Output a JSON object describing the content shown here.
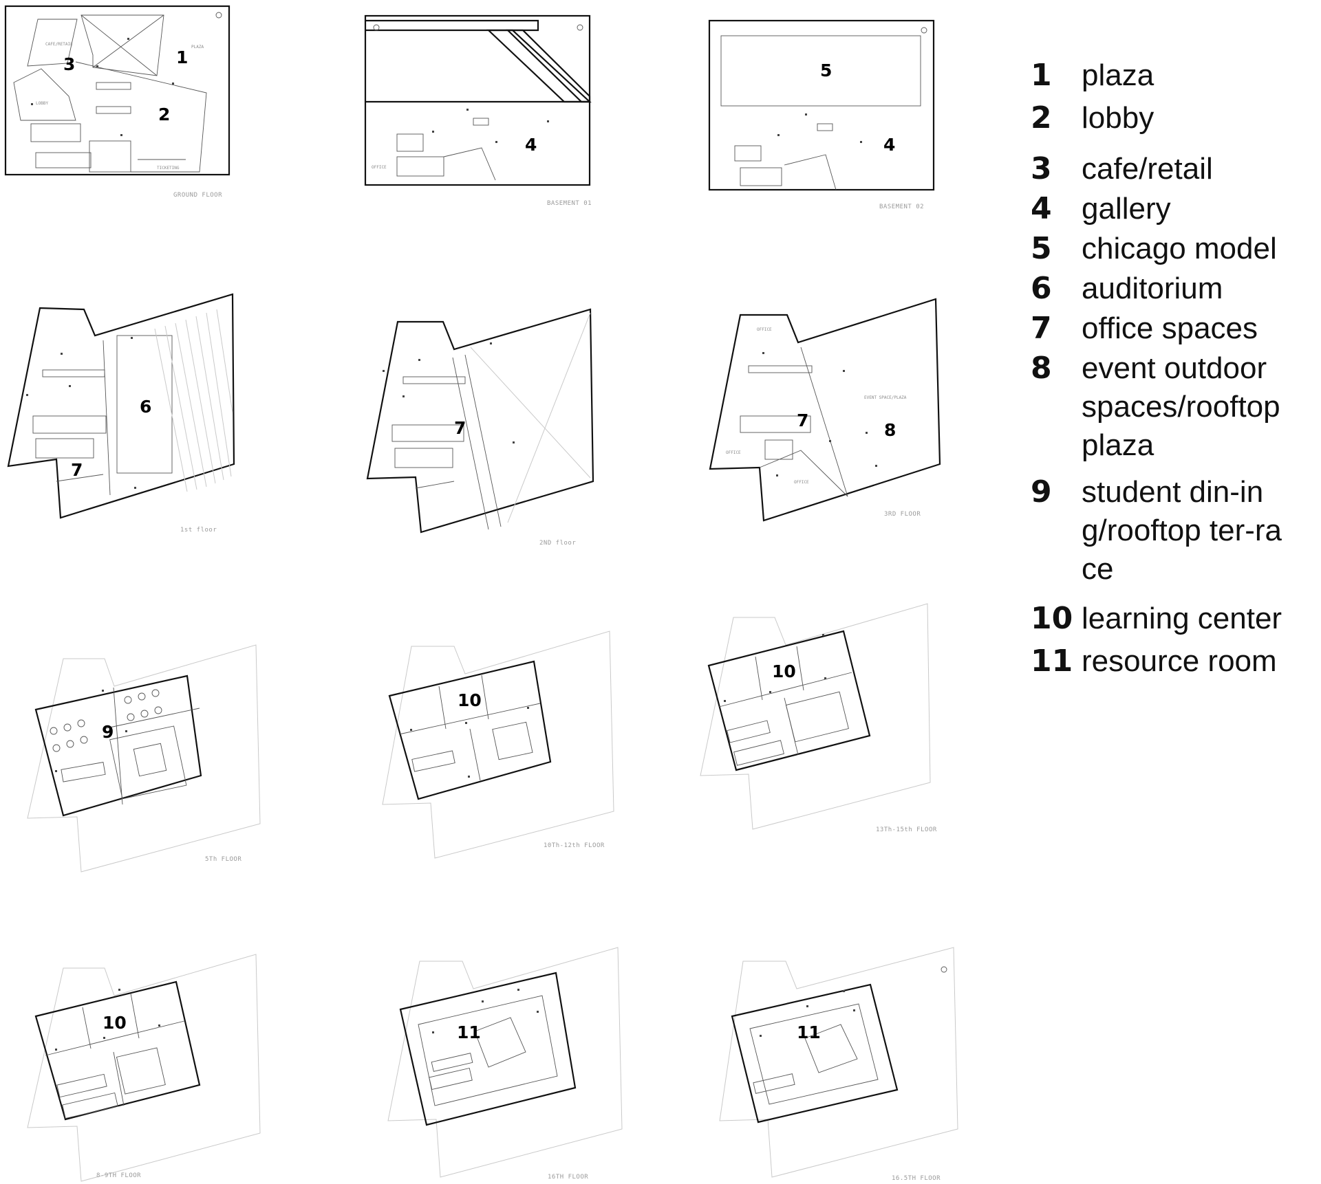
{
  "plans": [
    {
      "id": "ground",
      "caption": "GROUND FLOOR",
      "labels": [
        "3",
        "1",
        "2"
      ],
      "rooms": [
        "CAFE/RETAIL",
        "PLAZA",
        "LOBBY",
        "TICKETING"
      ]
    },
    {
      "id": "b1",
      "caption": "BASEMENT 01",
      "labels": [
        "4"
      ],
      "rooms": [
        "OFFICE"
      ]
    },
    {
      "id": "b2",
      "caption": "BASEMENT 02",
      "labels": [
        "5",
        "4"
      ],
      "rooms": []
    },
    {
      "id": "f1",
      "caption": "1st floor",
      "labels": [
        "6",
        "7"
      ],
      "rooms": []
    },
    {
      "id": "f2",
      "caption": "2ND floor",
      "labels": [
        "7"
      ],
      "rooms": []
    },
    {
      "id": "f3",
      "caption": "3RD FLOOR",
      "labels": [
        "7",
        "8"
      ],
      "rooms": [
        "OFFICE",
        "EVENT SPACE/PLAZA",
        "OFFICE",
        "OFFICE"
      ]
    },
    {
      "id": "f5",
      "caption": "5Th FLOOR",
      "labels": [
        "9"
      ],
      "rooms": []
    },
    {
      "id": "f10",
      "caption": "10Th-12th FLOOR",
      "labels": [
        "10"
      ],
      "rooms": []
    },
    {
      "id": "f13",
      "caption": "13Th-15th FLOOR",
      "labels": [
        "10"
      ],
      "rooms": []
    },
    {
      "id": "f8",
      "caption": "8-9TH FLOOR",
      "labels": [
        "10"
      ],
      "rooms": []
    },
    {
      "id": "f16",
      "caption": "16TH FLOOR",
      "labels": [
        "11"
      ],
      "rooms": []
    },
    {
      "id": "f165",
      "caption": "16.5TH FLOOR",
      "labels": [
        "11"
      ],
      "rooms": []
    }
  ],
  "legend": [
    {
      "num": "1",
      "label": "plaza"
    },
    {
      "num": "2",
      "label": "lobby"
    },
    {
      "num": "3",
      "label": "cafe/retail"
    },
    {
      "num": "4",
      "label": "gallery"
    },
    {
      "num": "5",
      "label": "chicago model"
    },
    {
      "num": "6",
      "label": "auditorium"
    },
    {
      "num": "7",
      "label": "office spaces"
    },
    {
      "num": "8",
      "label": "event outdoor spaces/rooftop plaza"
    },
    {
      "num": "9",
      "label": "student din-ing/rooftop ter-race"
    },
    {
      "num": "10",
      "label": "learning center"
    },
    {
      "num": "11",
      "label": "resource room"
    }
  ]
}
